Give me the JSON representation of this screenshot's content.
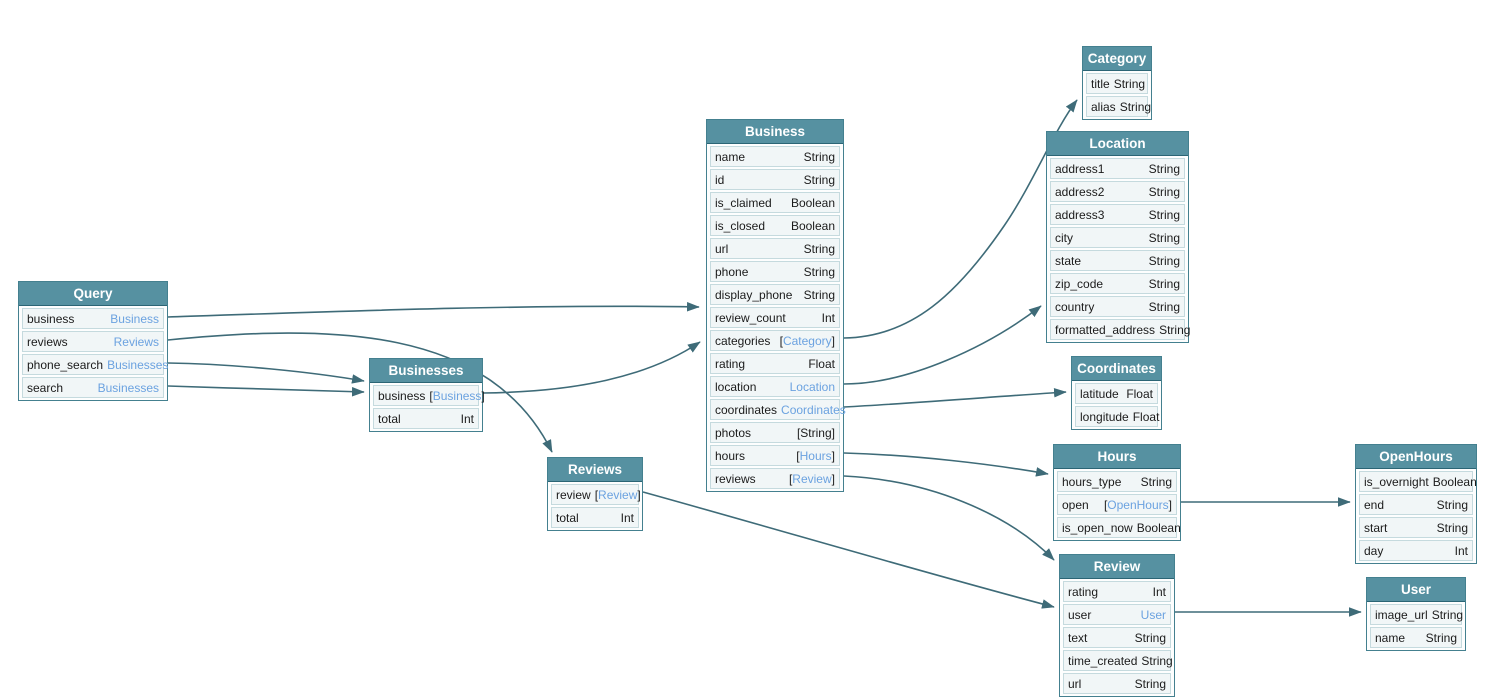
{
  "diagram": {
    "title": "GraphQL Yelp schema diagram",
    "colors": {
      "header_bg": "#5691a1",
      "header_text": "#ffffff",
      "table_border": "#44808f",
      "header_border": "#2b6575",
      "row_bg": "#f1f6f7",
      "row_border": "#c5dade",
      "field_text": "#1b1b1b",
      "type_link_text": "#6ba2e0",
      "arrow": "#3e6b78",
      "canvas_bg": "#ffffff"
    },
    "entities": [
      {
        "name": "Query",
        "fields": [
          {
            "name": "business",
            "type": "Business",
            "link": true,
            "list": false
          },
          {
            "name": "reviews",
            "type": "Reviews",
            "link": true,
            "list": false
          },
          {
            "name": "phone_search",
            "type": "Businesses",
            "link": true,
            "list": false
          },
          {
            "name": "search",
            "type": "Businesses",
            "link": true,
            "list": false
          }
        ]
      },
      {
        "name": "Businesses",
        "fields": [
          {
            "name": "business",
            "type": "Business",
            "link": true,
            "list": true
          },
          {
            "name": "total",
            "type": "Int",
            "link": false,
            "list": false
          }
        ]
      },
      {
        "name": "Reviews",
        "fields": [
          {
            "name": "review",
            "type": "Review",
            "link": true,
            "list": true
          },
          {
            "name": "total",
            "type": "Int",
            "link": false,
            "list": false
          }
        ]
      },
      {
        "name": "Business",
        "fields": [
          {
            "name": "name",
            "type": "String",
            "link": false,
            "list": false
          },
          {
            "name": "id",
            "type": "String",
            "link": false,
            "list": false
          },
          {
            "name": "is_claimed",
            "type": "Boolean",
            "link": false,
            "list": false
          },
          {
            "name": "is_closed",
            "type": "Boolean",
            "link": false,
            "list": false
          },
          {
            "name": "url",
            "type": "String",
            "link": false,
            "list": false
          },
          {
            "name": "phone",
            "type": "String",
            "link": false,
            "list": false
          },
          {
            "name": "display_phone",
            "type": "String",
            "link": false,
            "list": false
          },
          {
            "name": "review_count",
            "type": "Int",
            "link": false,
            "list": false
          },
          {
            "name": "categories",
            "type": "Category",
            "link": true,
            "list": true
          },
          {
            "name": "rating",
            "type": "Float",
            "link": false,
            "list": false
          },
          {
            "name": "location",
            "type": "Location",
            "link": true,
            "list": false
          },
          {
            "name": "coordinates",
            "type": "Coordinates",
            "link": true,
            "list": false
          },
          {
            "name": "photos",
            "type": "String",
            "link": false,
            "list": true
          },
          {
            "name": "hours",
            "type": "Hours",
            "link": true,
            "list": true
          },
          {
            "name": "reviews",
            "type": "Review",
            "link": true,
            "list": true
          }
        ]
      },
      {
        "name": "Category",
        "fields": [
          {
            "name": "title",
            "type": "String",
            "link": false,
            "list": false
          },
          {
            "name": "alias",
            "type": "String",
            "link": false,
            "list": false
          }
        ]
      },
      {
        "name": "Location",
        "fields": [
          {
            "name": "address1",
            "type": "String",
            "link": false,
            "list": false
          },
          {
            "name": "address2",
            "type": "String",
            "link": false,
            "list": false
          },
          {
            "name": "address3",
            "type": "String",
            "link": false,
            "list": false
          },
          {
            "name": "city",
            "type": "String",
            "link": false,
            "list": false
          },
          {
            "name": "state",
            "type": "String",
            "link": false,
            "list": false
          },
          {
            "name": "zip_code",
            "type": "String",
            "link": false,
            "list": false
          },
          {
            "name": "country",
            "type": "String",
            "link": false,
            "list": false
          },
          {
            "name": "formatted_address",
            "type": "String",
            "link": false,
            "list": false
          }
        ]
      },
      {
        "name": "Coordinates",
        "fields": [
          {
            "name": "latitude",
            "type": "Float",
            "link": false,
            "list": false
          },
          {
            "name": "longitude",
            "type": "Float",
            "link": false,
            "list": false
          }
        ]
      },
      {
        "name": "Hours",
        "fields": [
          {
            "name": "hours_type",
            "type": "String",
            "link": false,
            "list": false
          },
          {
            "name": "open",
            "type": "OpenHours",
            "link": true,
            "list": true
          },
          {
            "name": "is_open_now",
            "type": "Boolean",
            "link": false,
            "list": false
          }
        ]
      },
      {
        "name": "OpenHours",
        "fields": [
          {
            "name": "is_overnight",
            "type": "Boolean",
            "link": false,
            "list": false
          },
          {
            "name": "end",
            "type": "String",
            "link": false,
            "list": false
          },
          {
            "name": "start",
            "type": "String",
            "link": false,
            "list": false
          },
          {
            "name": "day",
            "type": "Int",
            "link": false,
            "list": false
          }
        ]
      },
      {
        "name": "Review",
        "fields": [
          {
            "name": "rating",
            "type": "Int",
            "link": false,
            "list": false
          },
          {
            "name": "user",
            "type": "User",
            "link": true,
            "list": false
          },
          {
            "name": "text",
            "type": "String",
            "link": false,
            "list": false
          },
          {
            "name": "time_created",
            "type": "String",
            "link": false,
            "list": false
          },
          {
            "name": "url",
            "type": "String",
            "link": false,
            "list": false
          }
        ]
      },
      {
        "name": "User",
        "fields": [
          {
            "name": "image_url",
            "type": "String",
            "link": false,
            "list": false
          },
          {
            "name": "name",
            "type": "String",
            "link": false,
            "list": false
          }
        ]
      }
    ],
    "connections": [
      {
        "from": "Query.business",
        "to": "Business"
      },
      {
        "from": "Query.reviews",
        "to": "Reviews"
      },
      {
        "from": "Query.phone_search",
        "to": "Businesses"
      },
      {
        "from": "Query.search",
        "to": "Businesses"
      },
      {
        "from": "Businesses.business",
        "to": "Business"
      },
      {
        "from": "Business.categories",
        "to": "Category"
      },
      {
        "from": "Business.location",
        "to": "Location"
      },
      {
        "from": "Business.coordinates",
        "to": "Coordinates"
      },
      {
        "from": "Business.hours",
        "to": "Hours"
      },
      {
        "from": "Business.reviews",
        "to": "Review"
      },
      {
        "from": "Reviews.review",
        "to": "Review"
      },
      {
        "from": "Hours.open",
        "to": "OpenHours"
      },
      {
        "from": "Review.user",
        "to": "User"
      }
    ]
  }
}
